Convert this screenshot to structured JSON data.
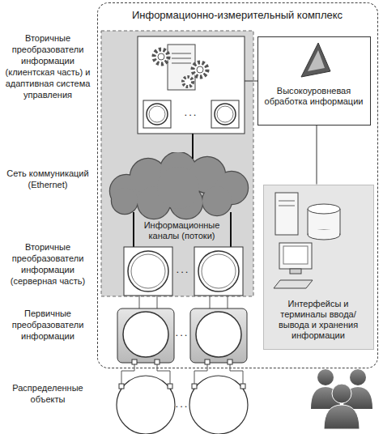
{
  "diagram": {
    "nodes": [
      {
        "text": [
          "Информационно-измерительный комплекс"
        ]
      },
      {
        "text": [
          "Высокоуровневая обработка информации"
        ],
        "in": 0
      },
      {
        "text": [
          "Информационные каналы (потоки)"
        ],
        "in": 0
      },
      {
        "text": [
          "Интерфейсы и терминалы ввода/ вывода и хранения информации"
        ],
        "in": 0
      }
    ],
    "edges": [
      {
        "from": 1,
        "to": 3,
        "arrow": "none"
      }
    ],
    "labels": [
      "Вторичные преобразователи информации (клиентская часть) и адаптивная система управления",
      "Сеть коммуникаций (Ethernet)",
      "Вторичные преобразователи информации (серверная часть)",
      "Первичные преобразователи информации",
      "Распределенные объекты",
      "...",
      "...",
      "...",
      "..."
    ]
  }
}
